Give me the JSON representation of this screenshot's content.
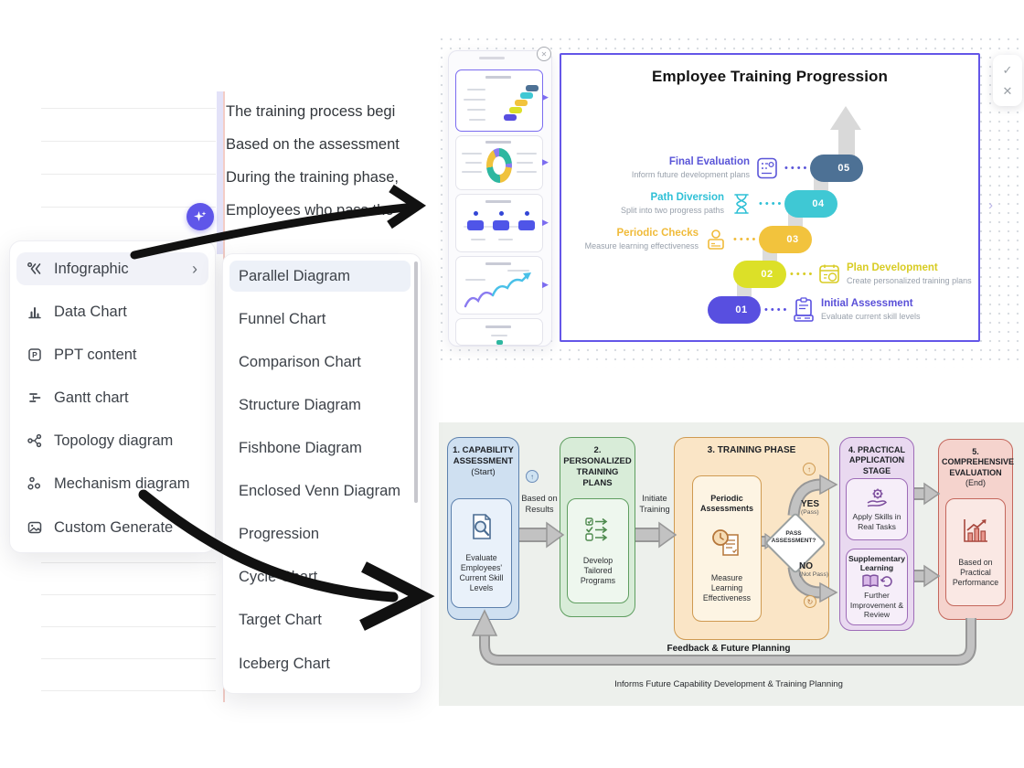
{
  "glyphs": {
    "check": "✓",
    "close": "✕",
    "chevron": "›",
    "play": "▶",
    "up": "↑",
    "redo": "↻",
    "dots": "••••"
  },
  "colors": {
    "accent": "#6456e8",
    "step01": "#584fe0",
    "step02": "#dce028",
    "step03": "#f2c33d",
    "step04": "#3fc8d4",
    "step05": "#4d7195"
  },
  "background_text": {
    "lines": [
      "The training process begi",
      "Based on the assessment",
      "During the training phase,",
      "Employees who pass the"
    ]
  },
  "menu": {
    "items": [
      {
        "label": "Infographic"
      },
      {
        "label": "Data Chart"
      },
      {
        "label": "PPT content"
      },
      {
        "label": "Gantt chart"
      },
      {
        "label": "Topology diagram"
      },
      {
        "label": "Mechanism diagram"
      },
      {
        "label": "Custom Generate"
      }
    ]
  },
  "submenu": {
    "items": [
      {
        "label": "Parallel Diagram"
      },
      {
        "label": "Funnel Chart"
      },
      {
        "label": "Comparison Chart"
      },
      {
        "label": "Structure Diagram"
      },
      {
        "label": "Fishbone Diagram"
      },
      {
        "label": "Enclosed Venn Diagram"
      },
      {
        "label": "Progression"
      },
      {
        "label": "Cycle Chart"
      },
      {
        "label": "Target Chart"
      },
      {
        "label": "Iceberg Chart"
      }
    ]
  },
  "preview": {
    "title": "Employee Training Progression",
    "steps": [
      {
        "num": "01",
        "title": "Initial Assessment",
        "desc": "Evaluate current skill levels"
      },
      {
        "num": "02",
        "title": "Plan Development",
        "desc": "Create personalized training plans"
      },
      {
        "num": "03",
        "title": "Periodic Checks",
        "desc": "Measure learning effectiveness"
      },
      {
        "num": "04",
        "title": "Path Diversion",
        "desc": "Split into two progress paths"
      },
      {
        "num": "05",
        "title": "Final Evaluation",
        "desc": "Inform future development plans"
      }
    ]
  },
  "flowchart": {
    "stage1": {
      "title": "1. CAPABILITY ASSESSMENT",
      "subtitle": "(Start)",
      "body": "Evaluate Employees' Current Skill Levels"
    },
    "stage2": {
      "title": "2. PERSONALIZED TRAINING PLANS",
      "body": "Develop Tailored Programs"
    },
    "stage3": {
      "title": "3. TRAINING PHASE",
      "inner_title": "Periodic Assessments",
      "body": "Measure Learning Effectiveness"
    },
    "stage4": {
      "title": "4. PRACTICAL APPLICATION STAGE",
      "box1": "Apply Skills in Real Tasks",
      "box2_title": "Supplementary Learning",
      "box2_body": "Further Improvement & Review"
    },
    "stage5": {
      "title": "5. COMPREHENSIVE EVALUATION",
      "subtitle": "(End)",
      "body": "Based on Practical Performance"
    },
    "arrow1_label": "Based on Results",
    "arrow2_label": "Initiate Training",
    "decision": {
      "label": "PASS ASSESSMENT?",
      "yes": "YES",
      "yes_sub": "(Pass)",
      "no": "NO",
      "no_sub": "(Not Pass)"
    },
    "feedback_title": "Feedback & Future Planning",
    "feedback_subtitle": "Informs Future Capability Development & Training Planning"
  }
}
